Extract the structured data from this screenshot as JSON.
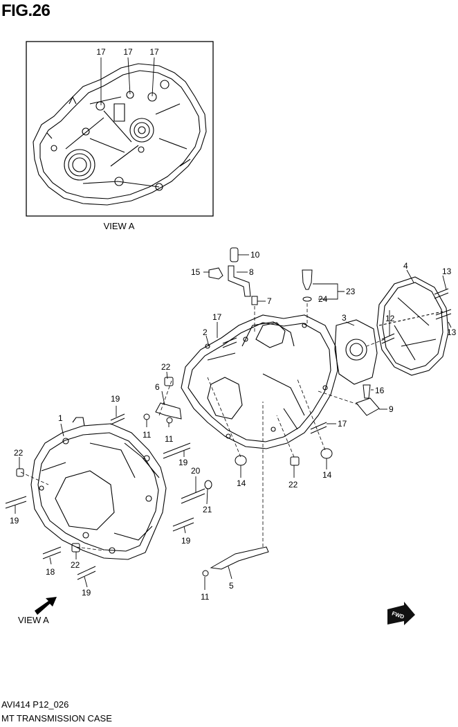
{
  "figure": {
    "title": "FIG.26",
    "view_label": "VIEW A",
    "view_arrow_label": "VIEW A",
    "fwd_badge": "FWD",
    "footer_code": "AVI414 P12_026",
    "footer_name": "MT TRANSMISSION CASE"
  },
  "inset_callouts": [
    "17",
    "17",
    "17"
  ],
  "callouts": [
    "10",
    "15",
    "8",
    "7",
    "23",
    "24",
    "4",
    "13",
    "13",
    "17",
    "2",
    "3",
    "12",
    "22",
    "6",
    "16",
    "9",
    "19",
    "17",
    "11",
    "11",
    "1",
    "14",
    "14",
    "22",
    "22",
    "19",
    "20",
    "21",
    "19",
    "19",
    "18",
    "22",
    "19",
    "11",
    "5"
  ],
  "colors": {
    "line": "#000000",
    "background": "#ffffff",
    "frame": "#000000",
    "fwd_badge": "#111111"
  }
}
